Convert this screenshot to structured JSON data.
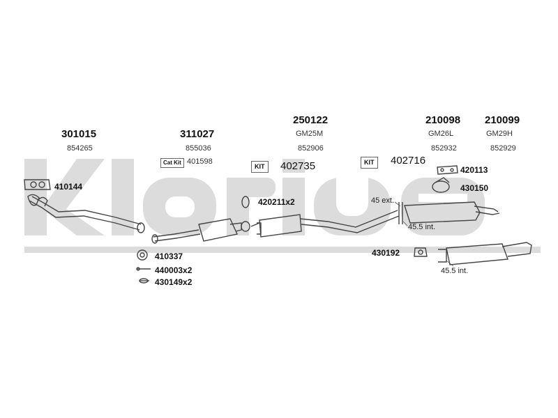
{
  "watermark": {
    "logo_text": "klarius"
  },
  "assemblies": [
    {
      "number": "301015",
      "sub": "854265"
    },
    {
      "number": "311027",
      "sub": "855036",
      "cat_kit_label": "Cat Kit",
      "cat_kit_number": "401598"
    },
    {
      "number": "250122",
      "model": "GM25M",
      "sub": "852906",
      "kit_label": "KIT",
      "kit_number": "402735"
    },
    {
      "number": "210098",
      "model": "GM26L",
      "sub": "852932",
      "kit_label": "KIT",
      "kit_number": "402716"
    },
    {
      "number": "210099",
      "model": "GM29H",
      "sub": "852929"
    }
  ],
  "small_parts": {
    "p410144": "410144",
    "p420211": "420211x2",
    "p420113": "420113",
    "p430150": "430150",
    "p410337": "410337",
    "p440003": "440003x2",
    "p430149": "430149x2",
    "p430192": "430192"
  },
  "notes": {
    "ext45": "45 ext.",
    "int455_a": "45.5 int.",
    "int455_b": "45.5 int."
  }
}
